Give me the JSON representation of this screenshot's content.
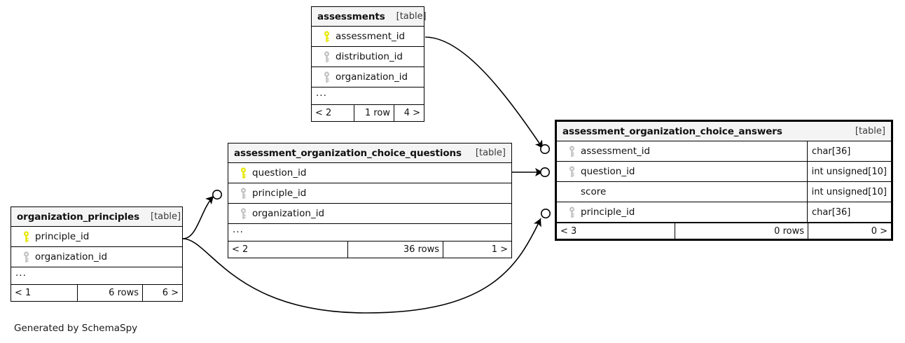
{
  "diagram": {
    "generator_credit": "Generated by SchemaSpy",
    "table_tag": "[table]",
    "ellipsis": "...",
    "colors": {
      "primary_key": "#e8e80d",
      "foreign_key": "#bfbfbf",
      "title_background": "#f4f4f4",
      "border": "#000000",
      "background": "#ffffff"
    }
  },
  "tables": [
    {
      "id": "assessments",
      "name": "assessments",
      "tag": "[table]",
      "emphasis": false,
      "columns": [
        {
          "name": "assessment_id",
          "key": "primary-key-icon",
          "type": ""
        },
        {
          "name": "distribution_id",
          "key": "foreign-key-icon",
          "type": ""
        },
        {
          "name": "organization_id",
          "key": "foreign-key-icon",
          "type": ""
        }
      ],
      "has_ellipsis": true,
      "footer": {
        "left": "< 2",
        "middle": "1 row",
        "right": "4 >"
      }
    },
    {
      "id": "assessment_organization_choice_questions",
      "name": "assessment_organization_choice_questions",
      "tag": "[table]",
      "emphasis": false,
      "columns": [
        {
          "name": "question_id",
          "key": "primary-key-icon",
          "type": ""
        },
        {
          "name": "principle_id",
          "key": "foreign-key-icon",
          "type": ""
        },
        {
          "name": "organization_id",
          "key": "foreign-key-icon",
          "type": ""
        }
      ],
      "has_ellipsis": true,
      "footer": {
        "left": "< 2",
        "middle": "36 rows",
        "right": "1 >"
      }
    },
    {
      "id": "organization_principles",
      "name": "organization_principles",
      "tag": "[table]",
      "emphasis": false,
      "columns": [
        {
          "name": "principle_id",
          "key": "primary-key-icon",
          "type": ""
        },
        {
          "name": "organization_id",
          "key": "foreign-key-icon",
          "type": ""
        }
      ],
      "has_ellipsis": true,
      "footer": {
        "left": "< 1",
        "middle": "6 rows",
        "right": "6 >"
      }
    },
    {
      "id": "assessment_organization_choice_answers",
      "name": "assessment_organization_choice_answers",
      "tag": "[table]",
      "emphasis": true,
      "columns": [
        {
          "name": "assessment_id",
          "key": "foreign-key-icon",
          "type": "char[36]"
        },
        {
          "name": "question_id",
          "key": "foreign-key-icon",
          "type": "int unsigned[10]"
        },
        {
          "name": "score",
          "key": "none",
          "type": "int unsigned[10]"
        },
        {
          "name": "principle_id",
          "key": "foreign-key-icon",
          "type": "char[36]"
        }
      ],
      "has_ellipsis": false,
      "footer": {
        "left": "< 3",
        "middle": "0 rows",
        "right": "0 >"
      }
    }
  ],
  "relationships": [
    {
      "from": "assessments.assessment_id",
      "to": "assessment_organization_choice_answers.assessment_id",
      "cardinality": "zero-or-more"
    },
    {
      "from": "assessment_organization_choice_questions.question_id",
      "to": "assessment_organization_choice_answers.question_id",
      "cardinality": "zero-or-more"
    },
    {
      "from": "organization_principles.principle_id",
      "to": "assessment_organization_choice_questions.principle_id",
      "cardinality": "zero-or-more"
    },
    {
      "from": "organization_principles.principle_id",
      "to": "assessment_organization_choice_answers.principle_id",
      "cardinality": "zero-or-more"
    }
  ]
}
